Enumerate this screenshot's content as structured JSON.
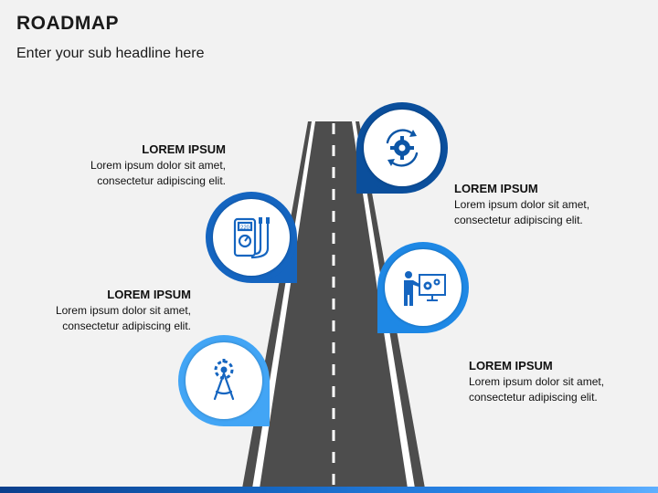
{
  "header": {
    "title": "ROADMAP",
    "subtitle": "Enter your sub headline here"
  },
  "colors": {
    "dark_blue": "#0b4f9c",
    "mid_blue": "#1565c0",
    "blue": "#1e88e5",
    "light_blue": "#42a5f5",
    "road": "#4d4d4d"
  },
  "milestones": [
    {
      "heading": "LOREM IPSUM",
      "line1": "Lorem ipsum dolor sit amet,",
      "line2": "consectetur adipiscing elit.",
      "icon": "gear-cycle-icon"
    },
    {
      "heading": "LOREM IPSUM",
      "line1": "Lorem ipsum dolor sit amet,",
      "line2": "consectetur adipiscing elit.",
      "icon": "multimeter-icon"
    },
    {
      "heading": "LOREM IPSUM",
      "line1": "Lorem ipsum dolor sit amet,",
      "line2": "consectetur adipiscing elit.",
      "icon": "presenter-gears-icon"
    },
    {
      "heading": "LOREM IPSUM",
      "line1": "Lorem ipsum dolor sit amet,",
      "line2": "consectetur adipiscing elit.",
      "icon": "compass-gear-icon"
    }
  ]
}
